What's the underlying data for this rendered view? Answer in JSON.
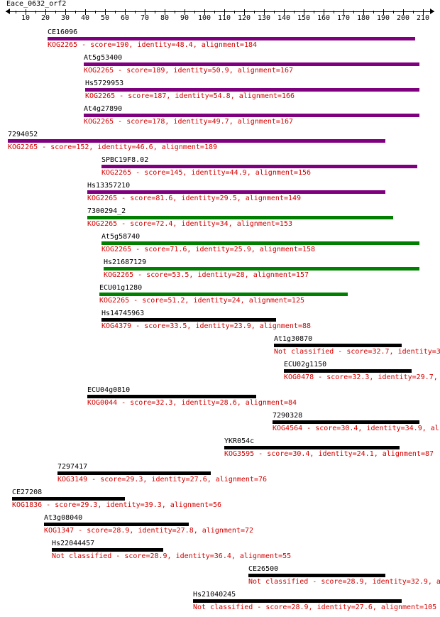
{
  "title": "Eace_0632_orf2",
  "colors": {
    "purple": "#7f007f",
    "green": "#007f00",
    "black": "#000000",
    "description_text": "#d40000"
  },
  "chart_data": {
    "type": "alignment-map",
    "xlim": [
      1,
      216
    ],
    "major_ticks": [
      10,
      20,
      30,
      40,
      50,
      60,
      70,
      80,
      90,
      100,
      110,
      120,
      130,
      140,
      150,
      160,
      170,
      180,
      190,
      200,
      210
    ],
    "hits": [
      {
        "name": "CE16096",
        "start": 21,
        "end": 206,
        "color": "purple",
        "description": "KOG2265 - score=190, identity=48.4, alignment=184"
      },
      {
        "name": "At5g53400",
        "start": 39,
        "end": 208,
        "color": "purple",
        "description": "KOG2265 - score=189, identity=50.9, alignment=167"
      },
      {
        "name": "Hs5729953",
        "start": 40,
        "end": 208,
        "color": "purple",
        "description": "KOG2265 - score=187, identity=54.8, alignment=166"
      },
      {
        "name": "At4g27890",
        "start": 39,
        "end": 208,
        "color": "purple",
        "description": "KOG2265 - score=178, identity=49.7, alignment=167"
      },
      {
        "name": "7294052",
        "start": 1,
        "end": 191,
        "color": "purple",
        "description": "KOG2265 - score=152, identity=46.6, alignment=189"
      },
      {
        "name": "SPBC19F8.02",
        "start": 48,
        "end": 207,
        "color": "purple",
        "description": "KOG2265 - score=145, identity=44.9, alignment=156"
      },
      {
        "name": "Hs13357210",
        "start": 41,
        "end": 191,
        "color": "purple",
        "description": "KOG2265 - score=81.6, identity=29.5, alignment=149"
      },
      {
        "name": "7300294_2",
        "start": 41,
        "end": 195,
        "color": "green",
        "description": "KOG2265 - score=72.4, identity=34, alignment=153"
      },
      {
        "name": "At5g58740",
        "start": 48,
        "end": 208,
        "color": "green",
        "description": "KOG2265 - score=71.6, identity=25.9, alignment=158"
      },
      {
        "name": "Hs21687129",
        "start": 49,
        "end": 208,
        "color": "green",
        "description": "KOG2265 - score=53.5, identity=28, alignment=157"
      },
      {
        "name": "ECU01g1280",
        "start": 47,
        "end": 172,
        "color": "green",
        "description": "KOG2265 - score=51.2, identity=24, alignment=125"
      },
      {
        "name": "Hs14745963",
        "start": 48,
        "end": 136,
        "color": "black",
        "description": "KOG4379 - score=33.5, identity=23.9, alignment=88"
      },
      {
        "name": "At1g30870",
        "start": 135,
        "end": 199,
        "color": "black",
        "description": "Not classified - score=32.7, identity=3"
      },
      {
        "name": "ECU02g1150",
        "start": 140,
        "end": 204,
        "color": "black",
        "description": "KOG0478 - score=32.3, identity=29.7, a"
      },
      {
        "name": "ECU04g0810",
        "start": 41,
        "end": 126,
        "color": "black",
        "description": "KOG0044 - score=32.3, identity=28.6, alignment=84"
      },
      {
        "name": "7290328",
        "start": 134,
        "end": 208,
        "color": "black",
        "description": "KOG4564 - score=30.4, identity=34.9, al"
      },
      {
        "name": "YKR054c",
        "start": 110,
        "end": 198,
        "color": "black",
        "description": "KOG3595 - score=30.4, identity=24.1, alignment=87"
      },
      {
        "name": "7297417",
        "start": 26,
        "end": 103,
        "color": "black",
        "description": "KOG3149 - score=29.3, identity=27.6, alignment=76"
      },
      {
        "name": "CE27208",
        "start": 3,
        "end": 60,
        "color": "black",
        "description": "KOG1836 - score=29.3, identity=39.3, alignment=56"
      },
      {
        "name": "At3g08040",
        "start": 19,
        "end": 92,
        "color": "black",
        "description": "KOG1347 - score=28.9, identity=27.8, alignment=72"
      },
      {
        "name": "Hs22044457",
        "start": 23,
        "end": 79,
        "color": "black",
        "description": "Not classified - score=28.9, identity=36.4, alignment=55"
      },
      {
        "name": "CE26500",
        "start": 122,
        "end": 191,
        "color": "black",
        "description": "Not classified - score=28.9, identity=32.9, al"
      },
      {
        "name": "Hs21040245",
        "start": 94,
        "end": 199,
        "color": "black",
        "description": "Not classified - score=28.9, identity=27.6, alignment=105"
      }
    ]
  }
}
